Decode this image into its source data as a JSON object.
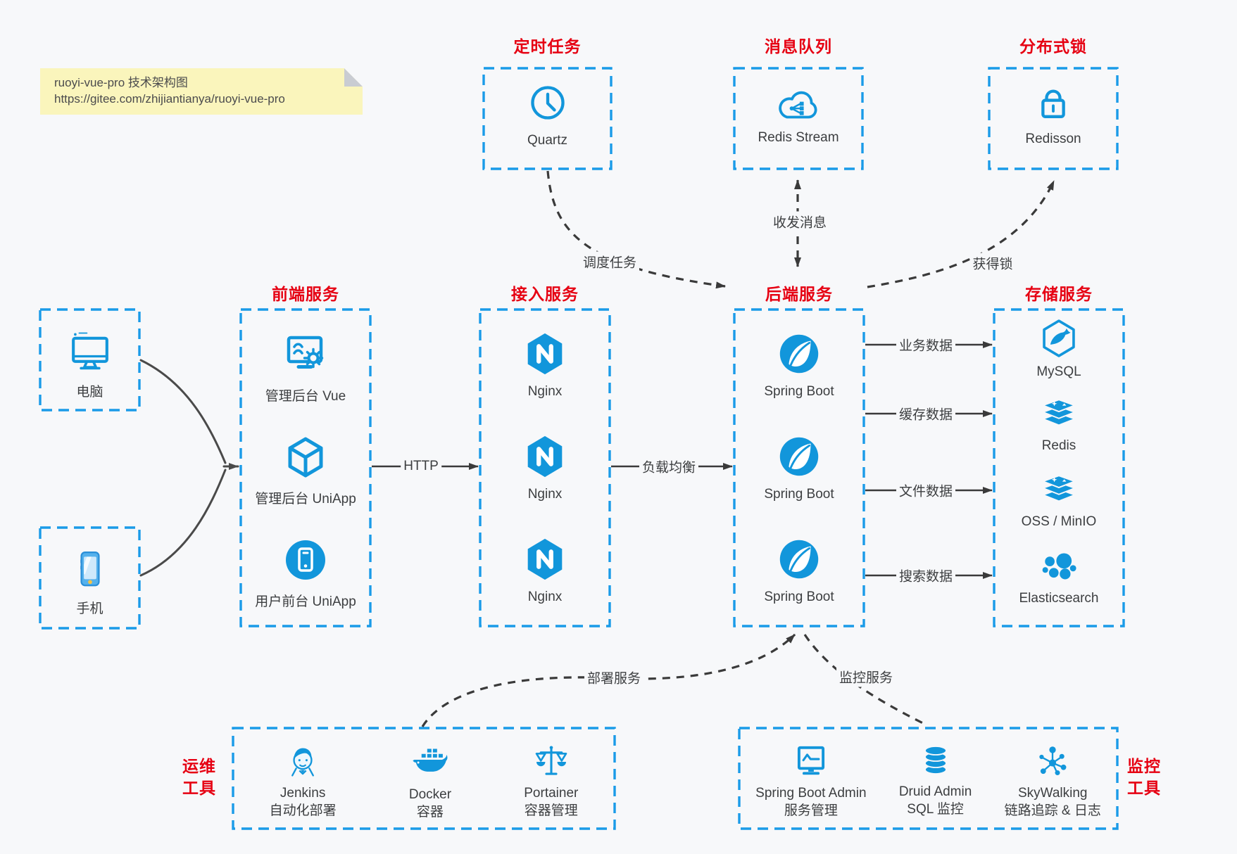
{
  "note": {
    "title": "ruoyi-vue-pro 技术架构图",
    "url": "https://gitee.com/zhijiantianya/ruoyi-vue-pro"
  },
  "colors": {
    "background": "#f7f8fa",
    "box_border_blue": "#1a9be8",
    "icon_blue": "#1296db",
    "title_red": "#e60012",
    "text": "#3c3e40",
    "arrow": "#3a3a3a",
    "note_bg": "#faf5bc",
    "note_fold": "#c9ccd2"
  },
  "groups": {
    "scheduled": {
      "title": "定时任务",
      "items": [
        {
          "icon": "clock-icon",
          "label": "Quartz"
        }
      ]
    },
    "mq": {
      "title": "消息队列",
      "items": [
        {
          "icon": "cloud-share-icon",
          "label": "Redis Stream"
        }
      ]
    },
    "lock": {
      "title": "分布式锁",
      "items": [
        {
          "icon": "padlock-icon",
          "label": "Redisson"
        }
      ]
    },
    "clients": {
      "pc": {
        "icon": "computer-icon",
        "label": "电脑"
      },
      "mobile": {
        "icon": "smartphone-icon",
        "label": "手机"
      }
    },
    "frontend": {
      "title": "前端服务",
      "items": [
        {
          "icon": "admin-monitor-gear-icon",
          "label": "管理后台 Vue"
        },
        {
          "icon": "cube-icon",
          "label": "管理后台 UniApp"
        },
        {
          "icon": "phone-circle-icon",
          "label": "用户前台 UniApp"
        }
      ]
    },
    "gateway": {
      "title": "接入服务",
      "items": [
        {
          "icon": "nginx-icon",
          "label": "Nginx"
        },
        {
          "icon": "nginx-icon",
          "label": "Nginx"
        },
        {
          "icon": "nginx-icon",
          "label": "Nginx"
        }
      ]
    },
    "backend": {
      "title": "后端服务",
      "items": [
        {
          "icon": "spring-boot-icon",
          "label": "Spring Boot"
        },
        {
          "icon": "spring-boot-icon",
          "label": "Spring Boot"
        },
        {
          "icon": "spring-boot-icon",
          "label": "Spring Boot"
        }
      ]
    },
    "storage": {
      "title": "存储服务",
      "items": [
        {
          "icon": "mysql-icon",
          "label": "MySQL"
        },
        {
          "icon": "redis-icon",
          "label": "Redis"
        },
        {
          "icon": "oss-icon",
          "label": "OSS / MinIO"
        },
        {
          "icon": "elasticsearch-icon",
          "label": "Elasticsearch"
        }
      ]
    },
    "ops": {
      "title": "运维工具",
      "items": [
        {
          "icon": "jenkins-icon",
          "label": "Jenkins",
          "sublabel": "自动化部署"
        },
        {
          "icon": "docker-icon",
          "label": "Docker",
          "sublabel": "容器"
        },
        {
          "icon": "portainer-icon",
          "label": "Portainer",
          "sublabel": "容器管理"
        }
      ]
    },
    "monitor": {
      "title": "监控工具",
      "items": [
        {
          "icon": "admin-pulse-icon",
          "label": "Spring Boot Admin",
          "sublabel": "服务管理"
        },
        {
          "icon": "database-icon",
          "label": "Druid Admin",
          "sublabel": "SQL 监控"
        },
        {
          "icon": "skywalking-icon",
          "label": "SkyWalking",
          "sublabel": "链路追踪 & 日志"
        }
      ]
    }
  },
  "edges": {
    "http": "HTTP",
    "load_balance": "负载均衡",
    "schedule_task": "调度任务",
    "send_receive": "收发消息",
    "acquire_lock": "获得锁",
    "business_data": "业务数据",
    "cache_data": "缓存数据",
    "file_data": "文件数据",
    "search_data": "搜索数据",
    "deploy": "部署服务",
    "monitoring": "监控服务"
  }
}
